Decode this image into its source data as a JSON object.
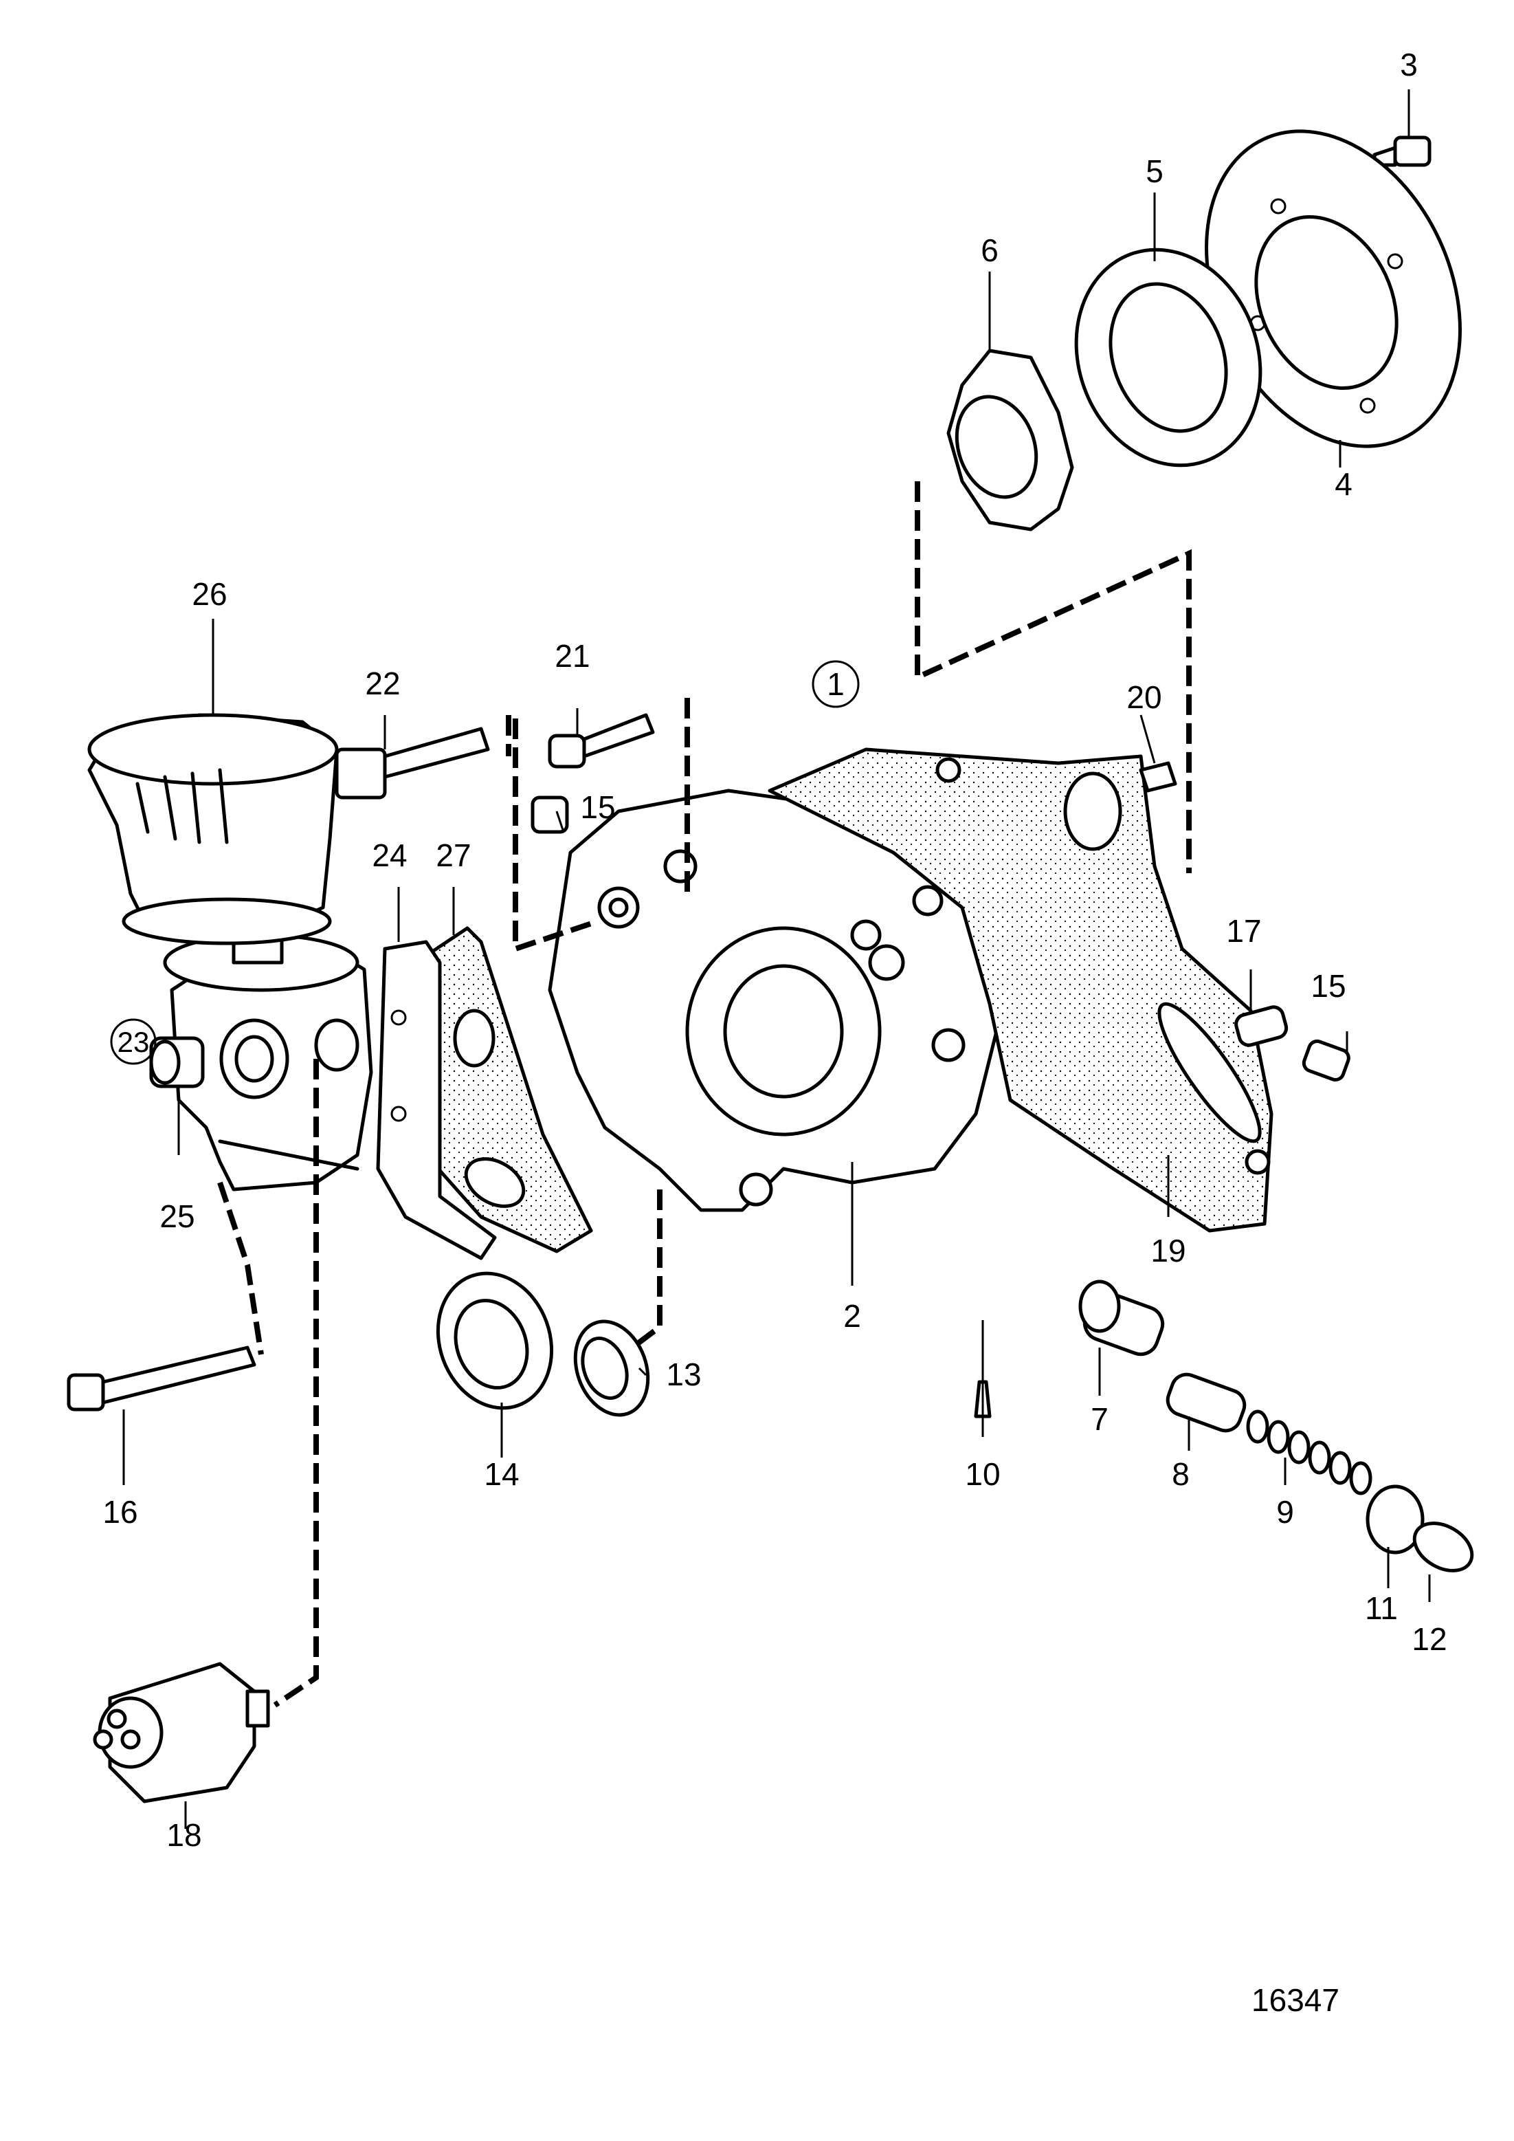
{
  "diagram": {
    "figure_number": "16347",
    "assembly_label": "1",
    "callouts": [
      {
        "id": "c1",
        "text": "1"
      },
      {
        "id": "c2",
        "text": "2"
      },
      {
        "id": "c3",
        "text": "3"
      },
      {
        "id": "c4",
        "text": "4"
      },
      {
        "id": "c5",
        "text": "5"
      },
      {
        "id": "c6",
        "text": "6"
      },
      {
        "id": "c7",
        "text": "7"
      },
      {
        "id": "c8",
        "text": "8"
      },
      {
        "id": "c9",
        "text": "9"
      },
      {
        "id": "c10",
        "text": "10"
      },
      {
        "id": "c11",
        "text": "11"
      },
      {
        "id": "c12",
        "text": "12"
      },
      {
        "id": "c13",
        "text": "13"
      },
      {
        "id": "c14",
        "text": "14"
      },
      {
        "id": "c15a",
        "text": "15"
      },
      {
        "id": "c15b",
        "text": "15"
      },
      {
        "id": "c16",
        "text": "16"
      },
      {
        "id": "c17",
        "text": "17"
      },
      {
        "id": "c18",
        "text": "18"
      },
      {
        "id": "c19",
        "text": "19"
      },
      {
        "id": "c20",
        "text": "20"
      },
      {
        "id": "c21",
        "text": "21"
      },
      {
        "id": "c22",
        "text": "22"
      },
      {
        "id": "c23",
        "text": "23"
      },
      {
        "id": "c24",
        "text": "24"
      },
      {
        "id": "c25",
        "text": "25"
      },
      {
        "id": "c26",
        "text": "26"
      },
      {
        "id": "c27",
        "text": "27"
      }
    ]
  }
}
